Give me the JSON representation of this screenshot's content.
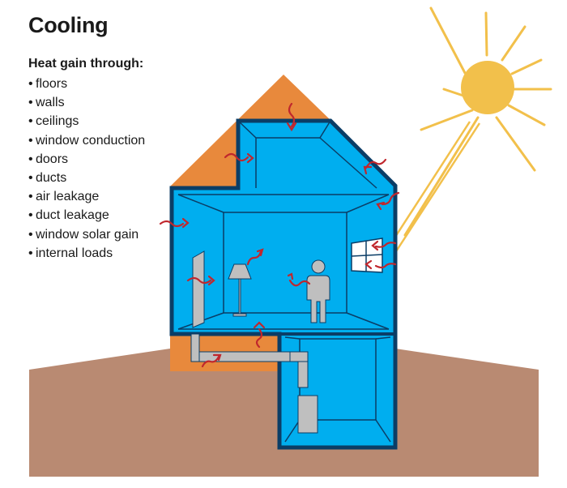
{
  "title": "Cooling",
  "subtitle": "Heat gain through:",
  "items": [
    "floors",
    "walls",
    "ceilings",
    "window conduction",
    "doors",
    "ducts",
    "air leakage",
    "duct leakage",
    "window solar gain",
    "internal loads"
  ],
  "colors": {
    "room_blue": "#00AEEF",
    "outline_navy": "#0B3D66",
    "attic_orange": "#E8893C",
    "ground_brown": "#B98A72",
    "sun_yellow": "#F2C04B",
    "arrow_red": "#C0272D",
    "fixture_gray": "#BFBFBF"
  },
  "icons": [
    "sun-icon",
    "person-icon",
    "lamp-icon",
    "window-icon",
    "door-icon",
    "duct-icon",
    "furnace-icon",
    "heat-arrow-icon"
  ]
}
